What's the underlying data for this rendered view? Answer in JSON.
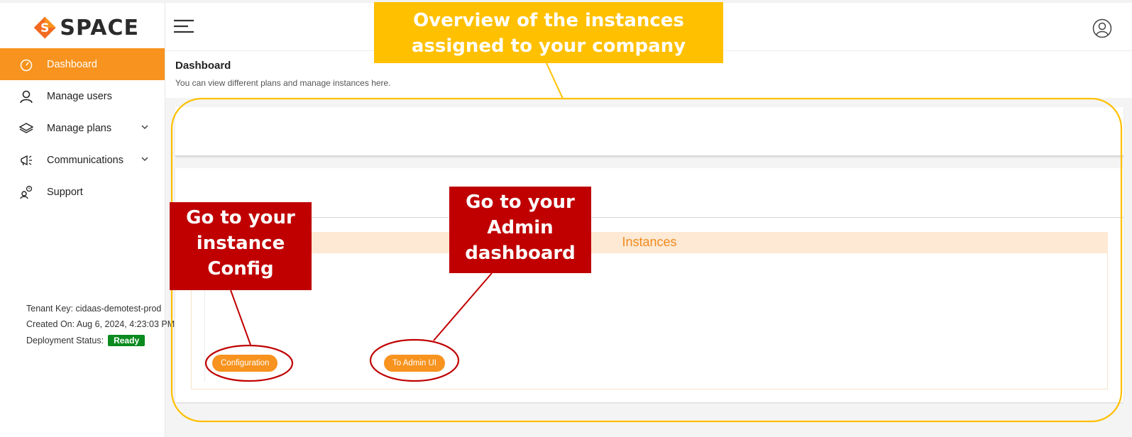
{
  "brand": {
    "name": "SPACE",
    "accent": "#f7931e"
  },
  "sidebar": {
    "items": [
      {
        "label": "Dashboard",
        "icon": "speedometer-icon",
        "active": true
      },
      {
        "label": "Manage users",
        "icon": "user-icon"
      },
      {
        "label": "Manage plans",
        "icon": "layers-icon",
        "expandable": true
      },
      {
        "label": "Communications",
        "icon": "megaphone-icon",
        "expandable": true
      },
      {
        "label": "Support",
        "icon": "support-icon"
      }
    ]
  },
  "page": {
    "title": "Dashboard",
    "subtitle": "You can view different plans and manage instances here."
  },
  "instances": {
    "title": "Instances",
    "tenant_key": "Tenant Key: cidaas-demotest-prod",
    "created_on": "Created On: Aug 6, 2024, 4:23:03 PM",
    "deployment_label": "Deployment Status:",
    "deployment_status": "Ready",
    "status_color": "#0a8a1f",
    "config_button": "Configuration",
    "admin_button": "To Admin UI"
  },
  "annotations": {
    "overview": "Overview of the instances assigned to your company",
    "config": "Go to your instance Config",
    "admin": "Go to your Admin dashboard"
  }
}
